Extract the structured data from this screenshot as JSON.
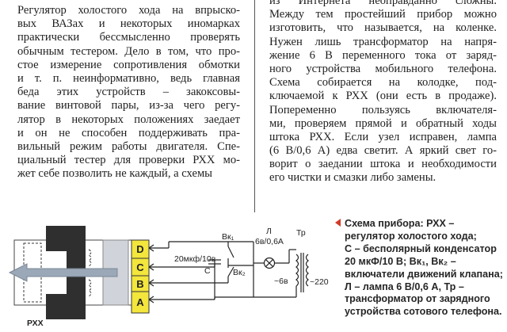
{
  "left_column": [
    "Регулятор холостого хода на впрыско-",
    "вых ВАЗах и некоторых иномарках",
    "практически бессмысленно проверять",
    "обычным тестером. Дело в том, что про-",
    "стое измерение сопротивления обмотки",
    "и т. п. неинформативно, ведь главная",
    "беда этих устройств – закоксовы-",
    "вание винтовой пары, из-за чего регу-",
    "лятор в некоторых положениях заедает",
    "и он не способен поддерживать пра-",
    "вильный режим работы двигателя. Спе-",
    "циальный тестер для проверки РХХ мо-",
    "жет себе позволить не каждый, а схемы"
  ],
  "right_column": [
    "из Интернета неоправданно сложны.",
    "Между тем простейший прибор можно",
    "изготовить, что называется, на коленке.",
    "Нужен лишь трансформатор на напря-",
    "жение 6 В переменного тока от заряд-",
    "ного устройства мобильного телефона.",
    "Схема собирается на колодке, под-",
    "ключаемой к РХХ (они есть в продаже).",
    "Попеременно пользуясь включателя-",
    "ми, проверяем прямой и обратный ходы",
    "штока РХХ. Если узел исправен, лампа",
    "(6 В/0,6 А) едва светит. А яркий свет го-",
    "ворит о заедании штока и необходимости",
    "его чистки и смазки либо замены."
  ],
  "caption": [
    "Схема прибора: РХХ –",
    "регулятор холостого хода;",
    "С – бесполярный конденсатор",
    "20 мкФ/10 В;  Вк₁, Вк₂ –",
    "включатели движений клапана;",
    "Л – лампа 6 В/0,6 А, Тр –",
    "трансформатор от зарядного",
    "устройства сотового телефона."
  ],
  "schematic": {
    "device_label": "РХХ",
    "pins": [
      "D",
      "C",
      "B",
      "A"
    ],
    "capacitor_value": "20мкф/10в",
    "capacitor_label": "C",
    "switch1_label": "Вк₁",
    "switch2_label": "Вк₂",
    "lamp_label": "Л",
    "lamp_value": "6в/0,6А",
    "transformer_label": "Тр",
    "secondary_voltage": "~6в",
    "primary_voltage": "~220в",
    "colors": {
      "connector": "#f3e63c",
      "accent": "#d23a2a",
      "arrow": "#9ba8b8"
    }
  }
}
